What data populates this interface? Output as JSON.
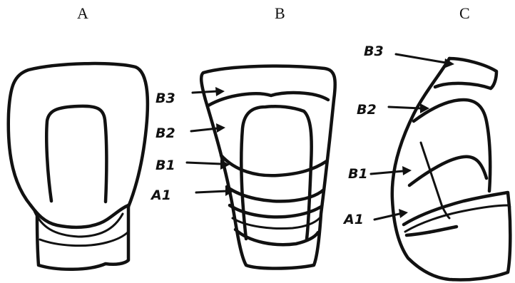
{
  "panels": {
    "a": {
      "letter": "A"
    },
    "b": {
      "letter": "B",
      "labels": [
        "B3",
        "B2",
        "B1",
        "A1"
      ]
    },
    "c": {
      "letter": "C",
      "labels": [
        "B3",
        "B2",
        "B1",
        "A1"
      ]
    }
  }
}
